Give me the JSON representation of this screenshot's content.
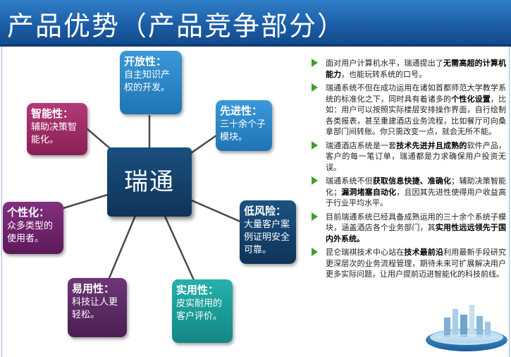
{
  "title": "产品优势（产品竞争部分）",
  "colors": {
    "title_bar": "#1c5ea8",
    "bullet_arrow": "#3f9f2f",
    "center": "#123f66",
    "open": "#2b87c9",
    "advanced": "#2b87c9",
    "smart": "#9c2a63",
    "personal": "#6f1f6e",
    "easy": "#5a2a62",
    "practical": "#1a9d9a",
    "low_risk": "#14406a"
  },
  "diagram": {
    "center": "瑞通",
    "nodes": {
      "open": {
        "heading": "开放性：",
        "body": "自主知识产权的开发。"
      },
      "advanced": {
        "heading": "先进性：",
        "body": "三十余个子模块。"
      },
      "smart": {
        "heading": "智能性：",
        "body": "辅助决策智能化。"
      },
      "personal": {
        "heading": "个性化：",
        "body": "众多类型的使用者。"
      },
      "low_risk": {
        "heading": "低风险：",
        "body": "大量客户案例证明安全可靠。"
      },
      "easy": {
        "heading": "易用性：",
        "body": "科技让人更轻松。"
      },
      "practical": {
        "heading": "实用性：",
        "body": "皮实耐用的客户评价。"
      }
    }
  },
  "bullets": [
    [
      {
        "t": "面对用户计算机水平，瑞通提出了",
        "b": false
      },
      {
        "t": "无需高超的计算机能力",
        "b": true
      },
      {
        "t": "，也能玩转系统的口号。",
        "b": false
      }
    ],
    [
      {
        "t": "瑞通系统不但在成功运用在诸如首都师范大学教学系统的标准化之下，同时具有着诸多的",
        "b": false
      },
      {
        "t": "个性化设置",
        "b": true
      },
      {
        "t": "，比如：用户可以按照实际楼层安排操作界面，自行绘制各类报表，甚至重建酒店业务流程，比如餐厅可向桑拿部门间转账。你只需改变一点，就会无所不能。",
        "b": false
      }
    ],
    [
      {
        "t": "瑞通酒店系统是一套",
        "b": false
      },
      {
        "t": "技术先进并且成熟的",
        "b": true
      },
      {
        "t": "软件产品，客户的每一笔订单，瑞通都是力求确保用户投资无误。",
        "b": false
      }
    ],
    [
      {
        "t": "瑞通系统不但",
        "b": false
      },
      {
        "t": "获取信息快捷、准确化",
        "b": true
      },
      {
        "t": "；辅助决策智能化；",
        "b": false
      },
      {
        "t": "漏洞堵塞自动化",
        "b": true
      },
      {
        "t": "，且因其先进性使得用户收益高于行业平均水平。",
        "b": false
      }
    ],
    [
      {
        "t": "目前瑞通系统已经具备成熟运用的三十余个系统子模块，涵盖酒店各个业务部门，其",
        "b": false
      },
      {
        "t": "实用性远远领先于国内外系统。",
        "b": true
      }
    ],
    [
      {
        "t": "昆仑瑞祺技术中心站在",
        "b": false
      },
      {
        "t": "技术最前沿",
        "b": true
      },
      {
        "t": "利用最新手段研究更深层次的业务流程管理，期待未来可扩展解决用户更多实际问题，让用户提前迈进智能化的科技前线。",
        "b": false
      }
    ]
  ]
}
